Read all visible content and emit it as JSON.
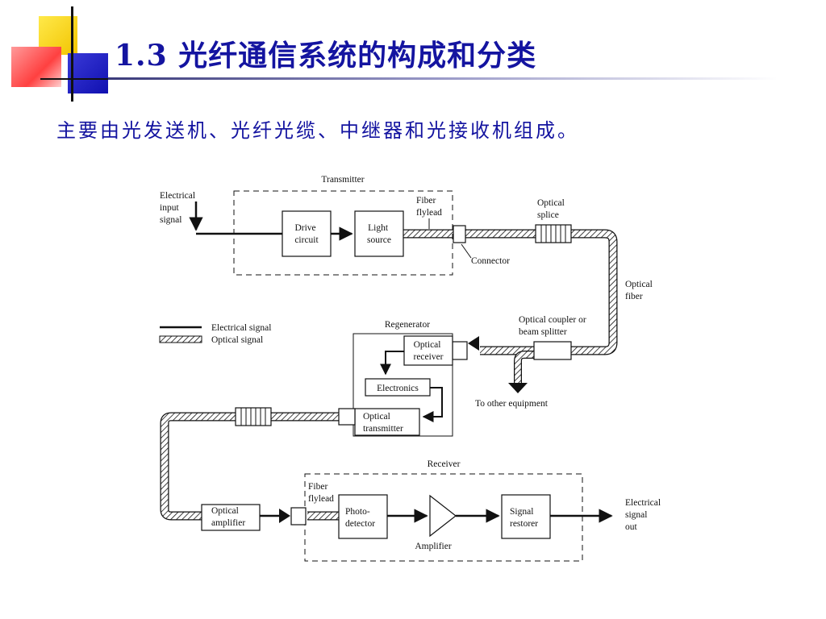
{
  "slide": {
    "title": "1.3 光纤通信系统的构成和分类",
    "subtitle": "主要由光发送机、光纤光缆、中继器和光接收机组成。"
  },
  "diagram": {
    "transmitter_title": "Transmitter",
    "electrical_input": [
      "Electrical",
      "input",
      "signal"
    ],
    "drive_circuit": [
      "Drive",
      "circuit"
    ],
    "light_source": [
      "Light",
      "source"
    ],
    "fiber_flylead_top": [
      "Fiber",
      "flylead"
    ],
    "connector": "Connector",
    "optical_splice": [
      "Optical",
      "splice"
    ],
    "optical_fiber": [
      "Optical",
      "fiber"
    ],
    "legend_electrical": "Electrical signal",
    "legend_optical": "Optical signal",
    "regenerator_title": "Regenerator",
    "optical_receiver": [
      "Optical",
      "receiver"
    ],
    "electronics": "Electronics",
    "optical_transmitter": [
      "Optical",
      "transmitter"
    ],
    "coupler": [
      "Optical coupler or",
      "beam splitter"
    ],
    "other_equipment": "To other equipment",
    "receiver_title": "Receiver",
    "fiber_flylead_bottom": [
      "Fiber",
      "flylead"
    ],
    "optical_amplifier": [
      "Optical",
      "amplifier"
    ],
    "photodetector": [
      "Photo-",
      "detector"
    ],
    "amplifier": "Amplifier",
    "signal_restorer": [
      "Signal",
      "restorer"
    ],
    "electrical_output": [
      "Electrical",
      "signal",
      "out"
    ]
  }
}
